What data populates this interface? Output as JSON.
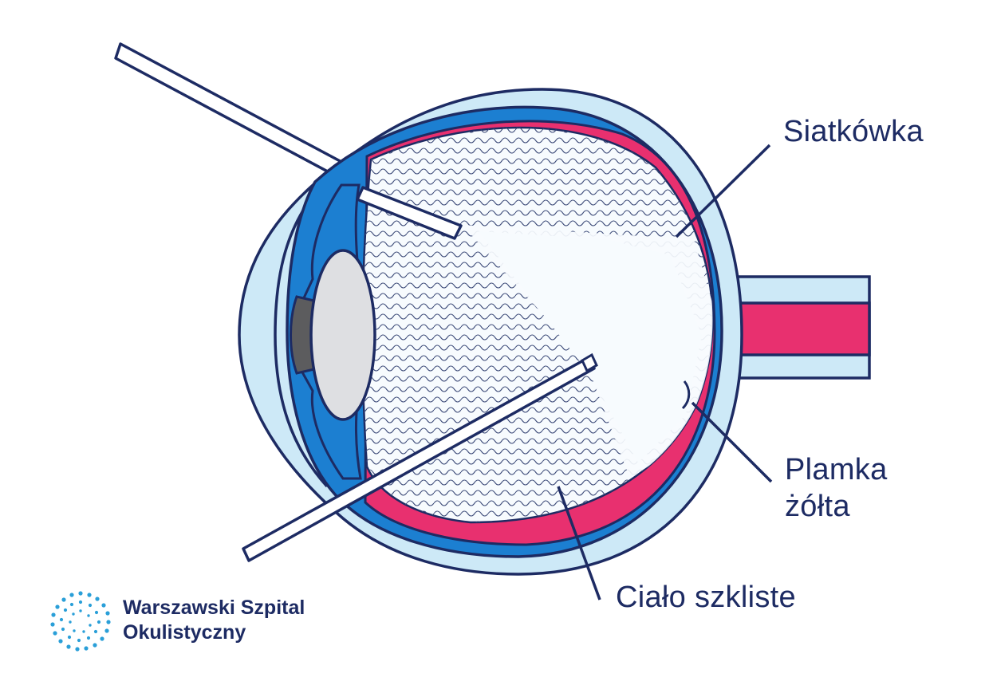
{
  "labels": {
    "retina": "Siatkówka",
    "macula": "Plamka\nżółta",
    "vitreous": "Ciało szkliste"
  },
  "logo": {
    "name": "Warszawski Szpital\nOkulistyczny"
  },
  "colors": {
    "outline": "#1d2b63",
    "sclera": "#cde9f7",
    "choroid": "#1c7fd1",
    "retina": "#e8306f",
    "lens": "#dedfe2",
    "pupil": "#5c5c5e",
    "wave": "#3c4a78",
    "accent": "#2a9fd8"
  }
}
